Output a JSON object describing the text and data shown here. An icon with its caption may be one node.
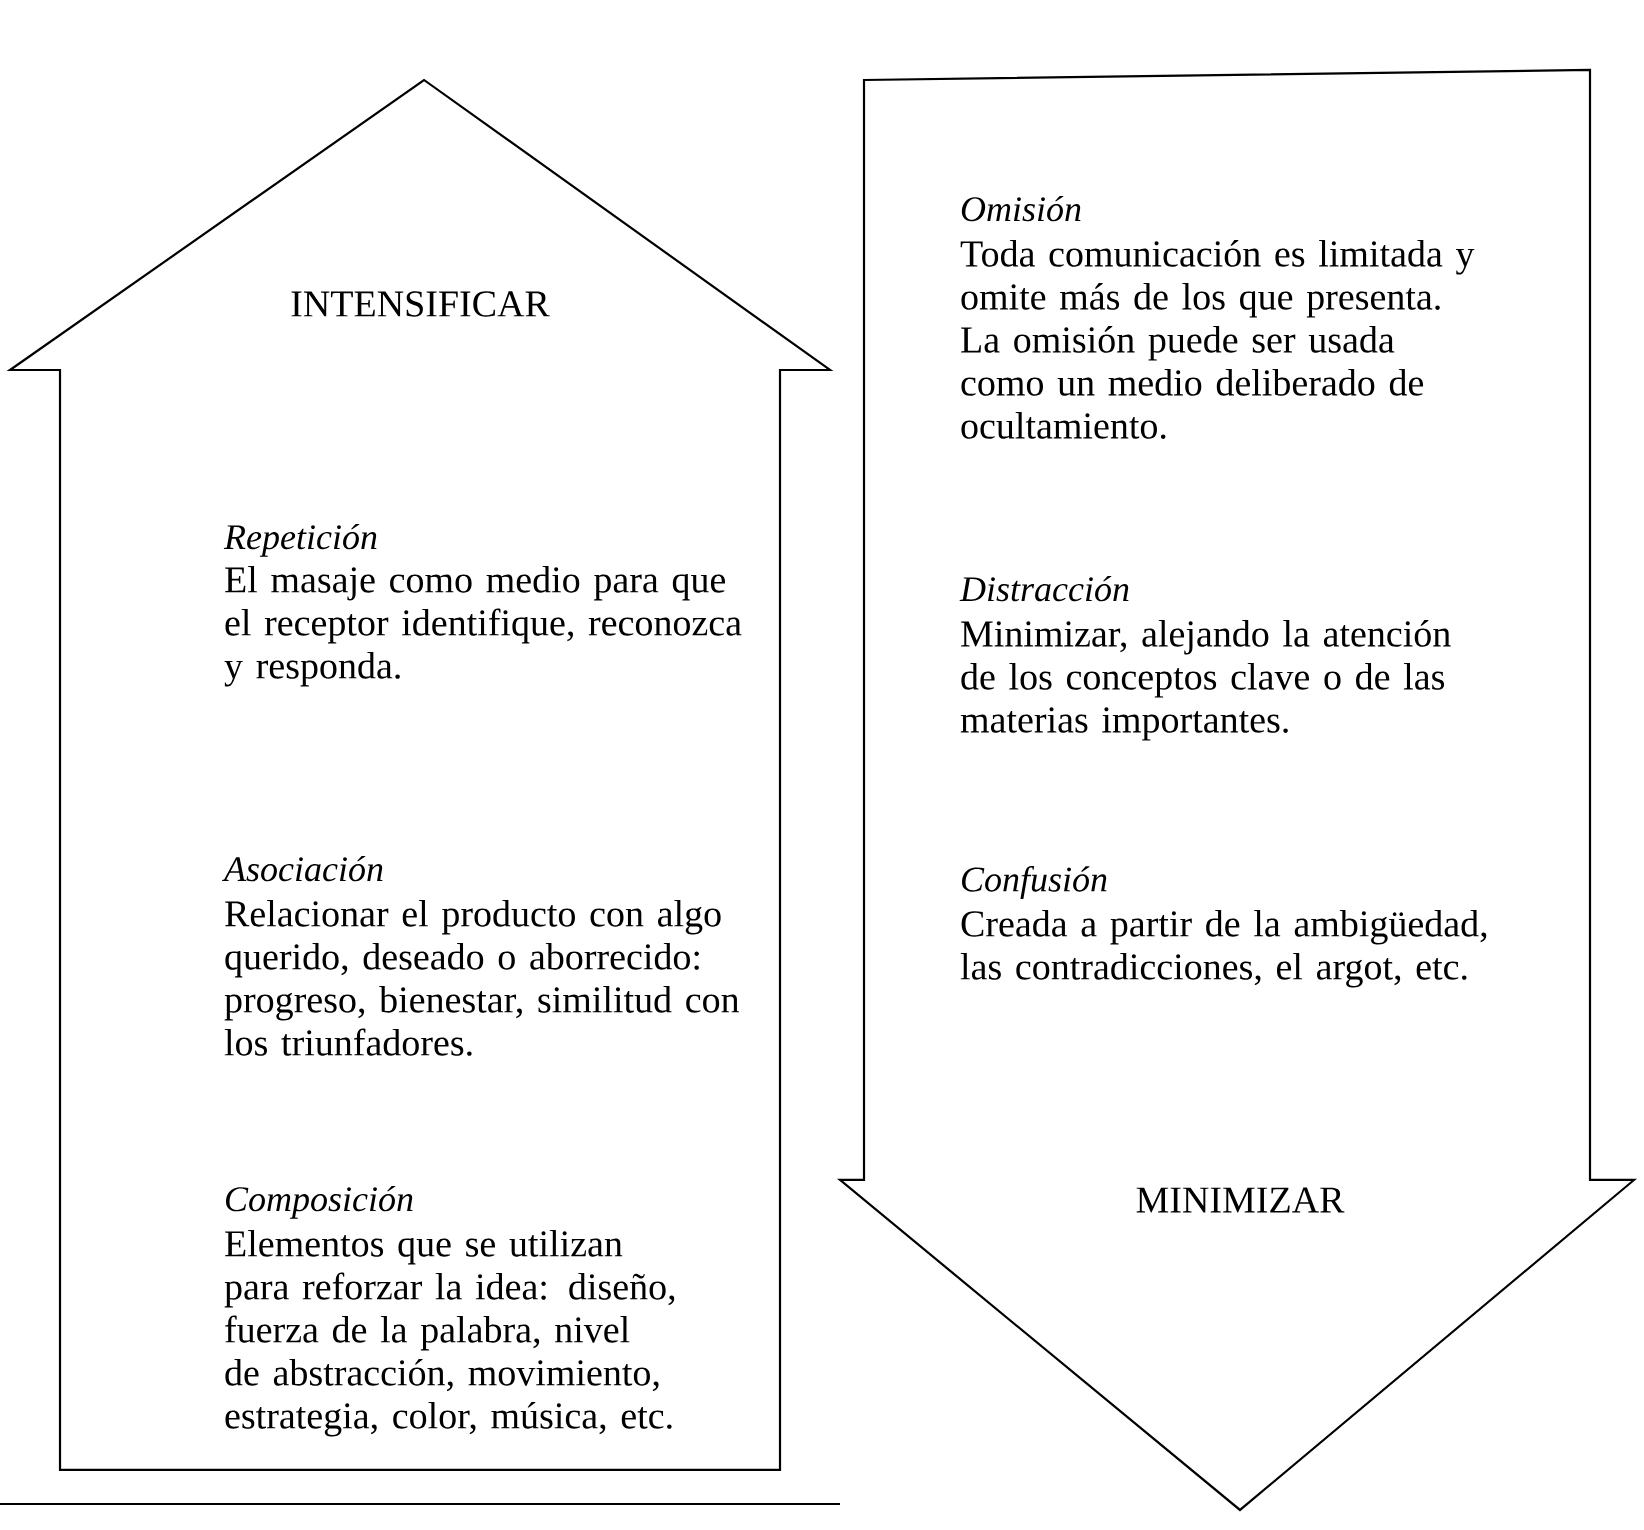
{
  "diagram": {
    "nodes": [
      {
        "text": [
          "INTENSIFICAR",
          "Repetición",
          "El masaje como medio para que el receptor identifique, reconozca y responda.",
          "Asociación",
          "Relacionar el producto con algo querido, deseado o aborrecido: progreso, bienestar, similitud con los triunfadores.",
          "Composición",
          "Elementos que se utilizan para reforzar la idea: diseño, fuerza de la palabra, nivel de abstracción, movimiento, estrategia, color, música, etc."
        ]
      },
      {
        "text": [
          "Omisión",
          "Toda comunicación es limitada y omite más de los que presenta. La omisión puede ser usada como un medio deliberado de ocultamiento.",
          "Distracción",
          "Minimizar, alejando la atención de los conceptos clave o de las materias importantes.",
          "Confusión",
          "Creada a partir de la ambigüedad, las contradicciones, el argot, etc.",
          "MINIMIZAR"
        ]
      }
    ]
  }
}
